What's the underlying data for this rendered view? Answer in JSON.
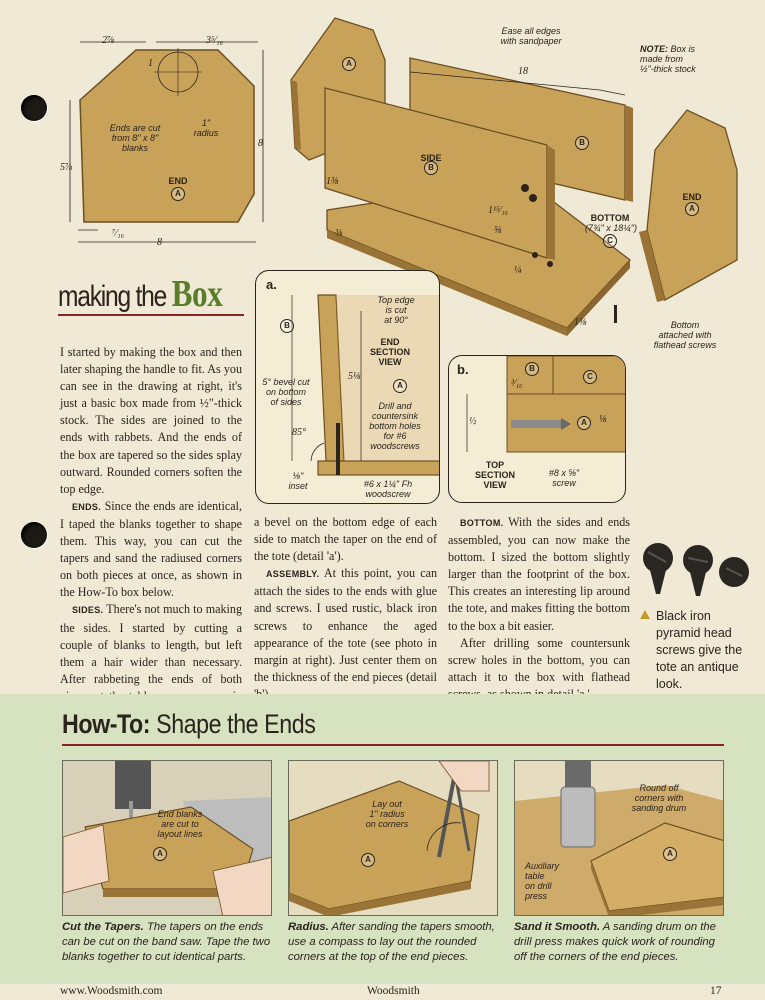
{
  "header_drawing": {
    "end_panel": {
      "dim_top_left": "2⅞",
      "dim_top_right": "3⁵⁄₁₆",
      "dim_one": "1",
      "radius": "1\"\nradius",
      "ends_note": "Ends are cut\nfrom 8\" x 8\"\nblanks",
      "dim_left": "5⅞",
      "dim_right": "8",
      "end_label": "END",
      "end_letter": "A",
      "dim_inset": "⁷⁄₁₆",
      "dim_bottom": "8"
    },
    "exploded": {
      "ease_note": "Ease all edges\nwith sandpaper",
      "note_label": "NOTE:",
      "note_text": "Box is\nmade from\n½\"-thick stock",
      "dim_length": "18",
      "side_label": "SIDE",
      "side_letter": "B",
      "letter_a": "A",
      "letter_b": "B",
      "end_label": "END",
      "end_letter": "A",
      "dim_138": "1⅜",
      "dim_38": "⅜",
      "dim_11516": "1¹⁵⁄₁₆",
      "dim_58": "⅝",
      "dim_14": "¼",
      "dim_138b": "1⅜",
      "bottom_label": "BOTTOM",
      "bottom_size": "(7¾\" x 18¼\")",
      "bottom_letter": "C",
      "bottom_note": "Bottom\nattached with\nflathead screws"
    }
  },
  "heading": {
    "pre": "making the",
    "big": "Box"
  },
  "body": {
    "p1": "I started by making the box and then later shaping the handle to fit. As you can see in the drawing at right, it's just a basic box made from ½\"-thick stock. The sides are joined to the ends with rabbets. And the ends of the box are tapered so the sides splay outward. Rounded corners soften the top edge.",
    "ends_head": "ENDS.",
    "ends_text": "Since the ends are identical, I taped the blanks together to shape them. This way, you can cut the tapers and sand the radiused corners on both pieces at once, as shown in the How-To box below.",
    "sides_head": "SIDES.",
    "sides_text": "There's not much to making the sides. I started by cutting a couple of blanks to length, but left them a hair wider than necessary. After rabbeting the ends of both pieces at the table saw, you can rip the pieces to width by cutting",
    "col2_p1": "a bevel on the bottom edge of each side to match the taper on the end of the tote (detail 'a').",
    "assembly_head": "ASSEMBLY.",
    "assembly_text": "At this point, you can attach the sides to the ends with glue and screws. I used rustic, black iron screws to enhance the aged appearance of the tote (see photo in margin at right). Just center them on the thickness of the end pieces (detail 'b').",
    "bottom_head": "BOTTOM.",
    "bottom_text": "With the sides and ends assembled, you can now make the bottom. I sized the bottom slightly larger than the footprint of the box. This creates an interesting lip around the tote, and makes fitting the bottom to the box a bit easier.",
    "col3_p2": "After drilling some countersunk screw holes in the bottom, you can attach it to the box with flathead screws, as shown in detail 'a.'"
  },
  "detail_a": {
    "letter": "a.",
    "top_edge": "Top edge\nis cut\nat 90°",
    "end_section": "END\nSECTION\nVIEW",
    "end_letter": "A",
    "side_letter": "B",
    "bevel": "5° bevel cut\non bottom\nof sides",
    "dim_518": "5⅛",
    "drill": "Drill and\ncountersink\nbottom holes\nfor #6\nwoodscrews",
    "angle": "85°",
    "inset": "⅛\"\ninset",
    "screw": "#6 x 1¼\" Fh\nwoodscrew"
  },
  "detail_b": {
    "letter": "b.",
    "letter_b": "B",
    "letter_c": "C",
    "letter_a": "A",
    "dim_316": "³⁄₁₆",
    "dim_12": "½",
    "dim_18": "⅛",
    "top_section": "TOP\nSECTION\nVIEW",
    "screw": "#8 x ⅝\"\nscrew"
  },
  "photo_caption": "Black iron pyramid head screws give the tote an antique look.",
  "howto": {
    "title_bold": "How-To:",
    "title_rest": "Shape the Ends",
    "panel1_label": "End blanks\nare cut to\nlayout lines",
    "panel1_letter": "A",
    "panel2_label": "Lay out\n1\" radius\non corners",
    "panel2_letter": "A",
    "panel3_label_top": "Round off\ncorners with\nsanding drum",
    "panel3_label_left": "Auxiliary\ntable\non drill\npress",
    "panel3_letter": "A",
    "cap1_head": "Cut the Tapers.",
    "cap1_text": "The tapers on the ends can be cut on the band saw. Tape the two blanks together to cut identical parts.",
    "cap2_head": "Radius.",
    "cap2_text": "After sanding the tapers smooth, use a compass to lay out the rounded corners at the top of the end pieces.",
    "cap3_head": "Sand it Smooth.",
    "cap3_text": "A sanding drum on the drill press makes quick work of rounding off the corners of the end pieces."
  },
  "footer": {
    "site": "www.Woodsmith.com",
    "magazine": "Woodsmith",
    "page": "17"
  },
  "colors": {
    "wood": "#c9a25a",
    "wood_dark": "#9a7436",
    "accent_green": "#5a7d2a",
    "rule_red": "#8a2424",
    "band": "#d6e2c0"
  }
}
